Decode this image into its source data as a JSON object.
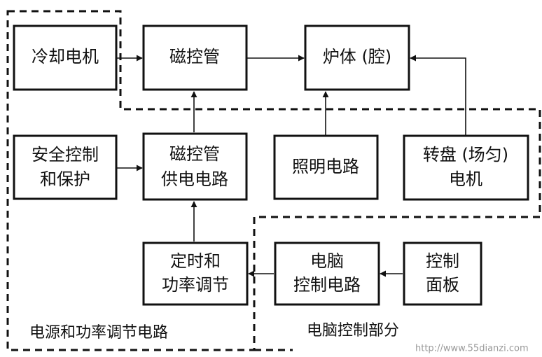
{
  "blocks": {
    "cooling_motor": [
      "冷却电机"
    ],
    "magnetron": [
      "磁控管"
    ],
    "oven_cavity": [
      "炉体 (腔)"
    ],
    "safety": [
      "安全控制",
      "和保护"
    ],
    "magnetron_power": [
      "磁控管",
      "供电电路"
    ],
    "lighting": [
      "照明电路"
    ],
    "turntable_motor": [
      "转盘 (场匀)",
      "电机"
    ],
    "timer_power": [
      "定时和",
      "功率调节"
    ],
    "computer_control": [
      "电脑",
      "控制电路"
    ],
    "control_panel": [
      "控制",
      "面板"
    ]
  },
  "regions": {
    "power_section": "电源和功率调节电路",
    "computer_section": "电脑控制部分"
  },
  "watermark": "http://www.55dianzi.com"
}
